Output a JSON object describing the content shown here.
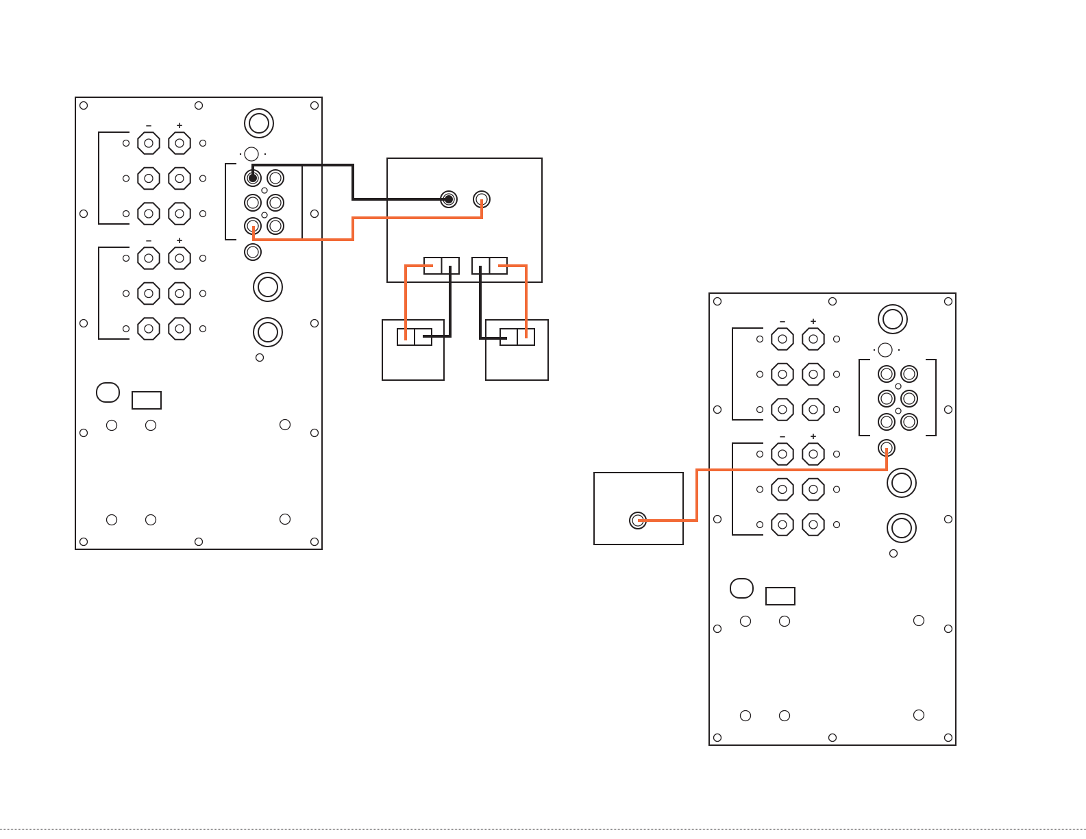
{
  "colors": {
    "line": "#231f20",
    "wire_orange": "#f26a36",
    "wire_black": "#231f20",
    "background": "#ffffff"
  },
  "terminal_signs": {
    "negative": "–",
    "positive": "+"
  },
  "panels": [
    {
      "id": "left-panel",
      "binding_post_groups": 2
    },
    {
      "id": "right-panel",
      "binding_post_groups": 2
    }
  ],
  "devices": [
    {
      "id": "top-center-device",
      "jacks": 2,
      "terminal_blocks": 2
    },
    {
      "id": "small-box-left",
      "terminal_blocks": 1
    },
    {
      "id": "small-box-right",
      "terminal_blocks": 1
    },
    {
      "id": "right-side-device",
      "jacks": 1
    }
  ],
  "wires": [
    {
      "id": "black-rca-wire",
      "color": "black"
    },
    {
      "id": "orange-rca-wire",
      "color": "orange"
    },
    {
      "id": "orange-speaker-wire-left",
      "color": "orange"
    },
    {
      "id": "black-speaker-wire-left",
      "color": "black"
    },
    {
      "id": "black-speaker-wire-right",
      "color": "black"
    },
    {
      "id": "orange-speaker-wire-right",
      "color": "orange"
    },
    {
      "id": "orange-coax-wire",
      "color": "orange"
    }
  ]
}
